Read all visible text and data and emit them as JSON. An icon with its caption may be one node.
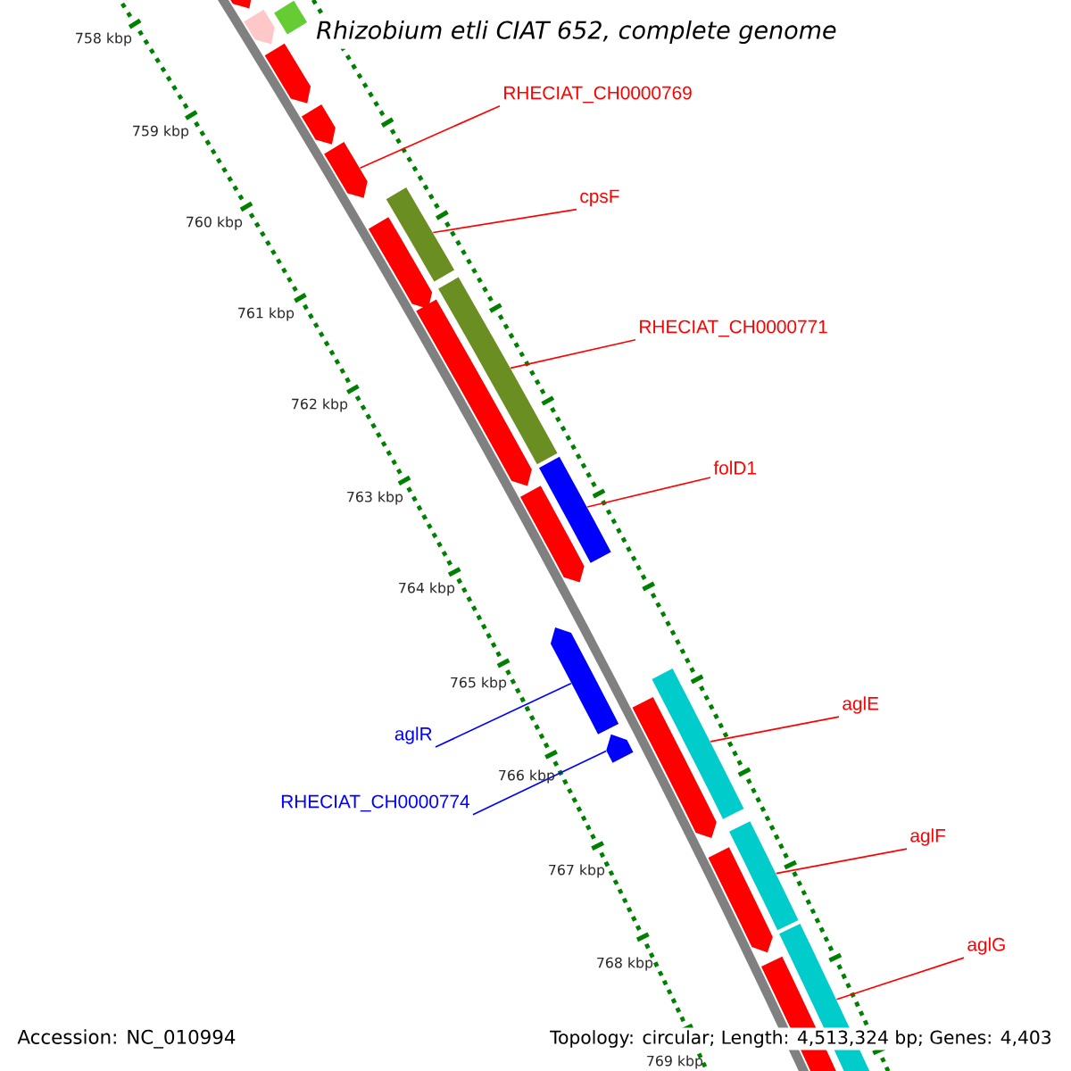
{
  "diagram": {
    "title": "*Rhizobium etli* CIAT 652, complete genome",
    "nodes": [
      {
        "text": [
          "RHECIAT_CH0000769"
        ]
      },
      {
        "text": [
          "cpsF"
        ]
      },
      {
        "text": [
          "RHECIAT_CH0000771"
        ]
      },
      {
        "text": [
          "folD1"
        ]
      },
      {
        "text": [
          "aglE"
        ]
      },
      {
        "text": [
          "aglF"
        ]
      },
      {
        "text": [
          "aglG"
        ]
      },
      {
        "text": [
          "aglR"
        ]
      },
      {
        "text": [
          "RHECIAT_CH0000774"
        ]
      },
      {
        "text": [],
        "shape": "bar"
      },
      {
        "text": [],
        "shape": "bar"
      },
      {
        "text": [],
        "shape": "bar"
      },
      {
        "text": [],
        "shape": "bar"
      },
      {
        "text": [],
        "shape": "bar"
      },
      {
        "text": [],
        "shape": "bar"
      },
      {
        "text": [],
        "shape": "bar"
      },
      {
        "text": [],
        "shape": "bar"
      },
      {
        "text": [],
        "shape": "bar"
      },
      {
        "text": [],
        "shape": "bar"
      },
      {
        "text": [],
        "shape": "bar"
      },
      {
        "text": [],
        "shape": "bar"
      },
      {
        "text": [],
        "shape": "bar"
      },
      {
        "text": [],
        "shape": "bar"
      },
      {
        "text": [],
        "shape": "bar"
      },
      {
        "text": [],
        "shape": "bar"
      },
      {
        "text": [],
        "shape": "bar"
      },
      {
        "text": [],
        "shape": "bar"
      },
      {
        "text": [],
        "shape": "bar"
      },
      {
        "text": [],
        "shape": "bar"
      }
    ],
    "edges": [
      {
        "from": 0,
        "to": 14,
        "arrow": "none"
      },
      {
        "from": 1,
        "to": 15,
        "arrow": "none"
      },
      {
        "from": 2,
        "to": 17,
        "arrow": "none"
      },
      {
        "from": 3,
        "to": 19,
        "arrow": "none"
      },
      {
        "from": 4,
        "to": 22,
        "arrow": "none"
      },
      {
        "from": 5,
        "to": 25,
        "arrow": "none"
      },
      {
        "from": 6,
        "to": 27,
        "arrow": "none"
      },
      {
        "from": 7,
        "to": 21,
        "arrow": "none",
        "color": "#0000ff"
      },
      {
        "from": 8,
        "to": 24,
        "arrow": "none",
        "color": "#0000ff"
      }
    ],
    "labels": [
      "758 kbp",
      "759 kbp",
      "760 kbp",
      "761 kbp",
      "762 kbp",
      "763 kbp",
      "764 kbp",
      "765 kbp",
      "766 kbp",
      "767 kbp",
      "768 kbp",
      "769 kbp",
      "Accession: NC_010994",
      "Topology: circular; Length: 4,513,324 bp; Genes: 4,403"
    ]
  }
}
